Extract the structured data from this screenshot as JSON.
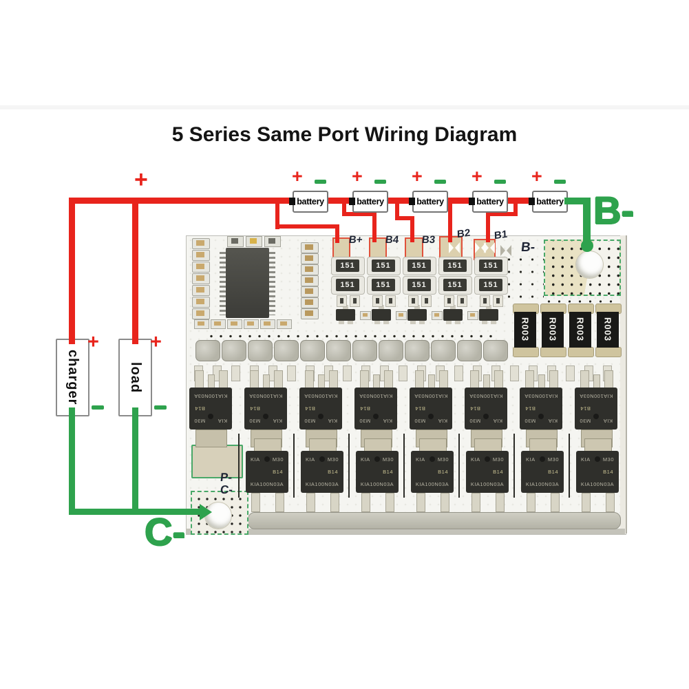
{
  "header": {
    "title": "5 Series Same Port Wiring Diagram"
  },
  "colors": {
    "wire_red": "#e8241c",
    "wire_green": "#2ea24d",
    "pad_red": "#e0513b",
    "board_green": "#49a868",
    "silkscreen": "#202636",
    "board_bg": "#f5f5f1"
  },
  "wiring": {
    "plus_symbol": "+",
    "minus_symbol": "-",
    "battery_label": "battery",
    "battery_count": 5,
    "charger_label": "charger",
    "load_label": "load",
    "b_minus_big": "B-",
    "c_minus_big": "C-"
  },
  "board": {
    "balance_pad_labels": [
      "B+",
      "B4",
      "B3",
      "B2",
      "B1"
    ],
    "b_minus_silk": "B-",
    "p_minus_silk": "P-",
    "c_minus_silk": "C-",
    "resistor_151": {
      "label": "151",
      "groups": 5,
      "rows": 2
    },
    "shunt": {
      "label": "R003",
      "count": 4
    },
    "mosfets": {
      "top_row_count": 8,
      "bottom_row_count": 7,
      "brand": "KIA",
      "code": "M30",
      "lot": "B14",
      "part_number": "KIA100N03A"
    }
  }
}
